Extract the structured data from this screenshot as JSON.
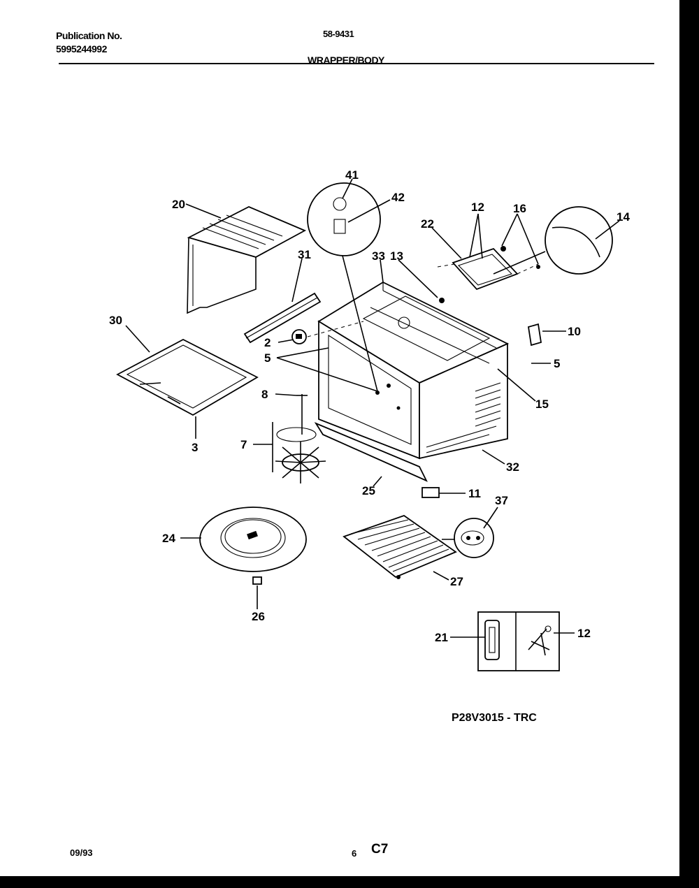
{
  "header": {
    "publication_label": "Publication No.",
    "publication_number": "5995244992",
    "model": "58-9431",
    "section_title": "WRAPPER/BODY"
  },
  "callouts": {
    "c41": "41",
    "c42": "42",
    "c20": "20",
    "c31": "31",
    "c33": "33",
    "c13": "13",
    "c22": "22",
    "c12": "12",
    "c16": "16",
    "c14": "14",
    "c30": "30",
    "c2": "2",
    "c5a": "5",
    "c10": "10",
    "c5b": "5",
    "c15": "15",
    "c8": "8",
    "c3": "3",
    "c7": "7",
    "c32": "32",
    "c25": "25",
    "c11": "11",
    "c37": "37",
    "c24": "24",
    "c27": "27",
    "c26": "26",
    "c21": "21",
    "c12b": "12"
  },
  "diagram_code": "P28V3015 - TRC",
  "footer": {
    "date": "09/93",
    "page_number": "6",
    "page_code": "C7"
  }
}
